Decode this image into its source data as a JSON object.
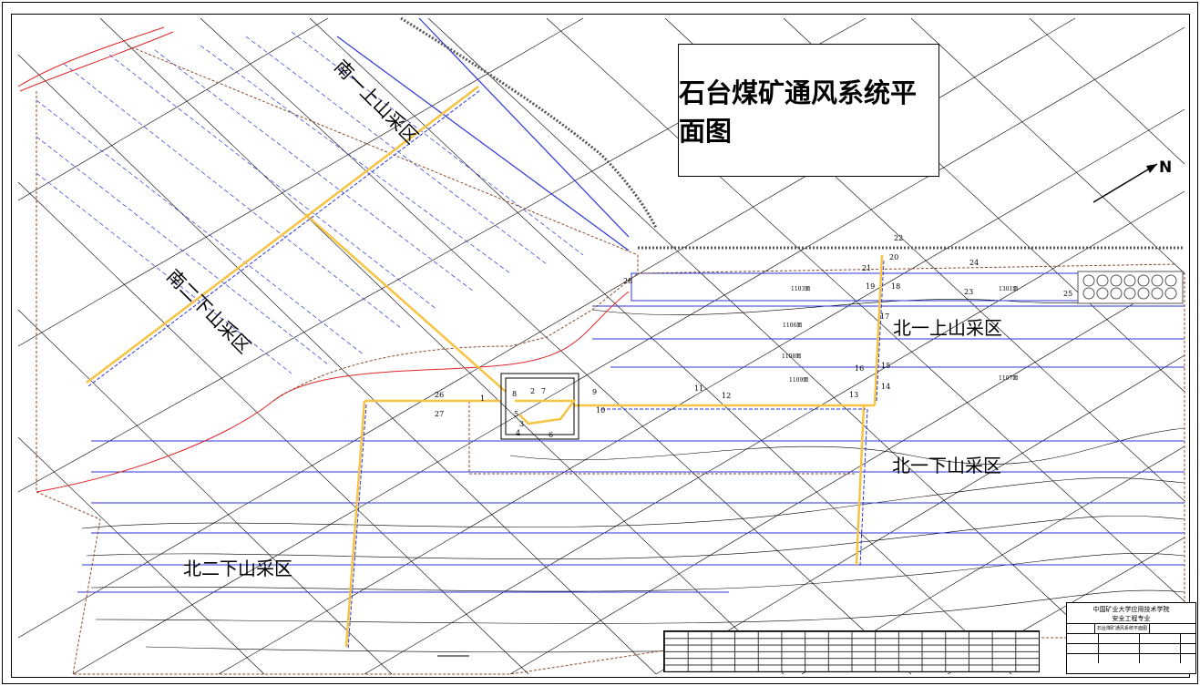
{
  "title": "石台煤矿通风系统平面图",
  "north_label": "N",
  "zones": [
    {
      "id": "south-one-upper",
      "text": "南一上山采区"
    },
    {
      "id": "south-two-lower",
      "text": "南二下山采区"
    },
    {
      "id": "north-one-upper",
      "text": "北一上山采区"
    },
    {
      "id": "north-one-lower",
      "text": "北一下山采区"
    },
    {
      "id": "north-two-lower",
      "text": "北二下山采区"
    }
  ],
  "info_block": {
    "institution": "中国矿业大学应用技术学院",
    "department": "安全工程专业",
    "drawing_name": "石台煤矿通风系统平面图"
  },
  "node_labels": [
    "1",
    "2",
    "3",
    "4",
    "5",
    "6",
    "7",
    "8",
    "9",
    "10",
    "11",
    "12",
    "13",
    "14",
    "15",
    "16",
    "17",
    "18",
    "19",
    "20",
    "21",
    "22",
    "23",
    "24",
    "25",
    "26",
    "27",
    "28"
  ],
  "panel_labels": [
    "1103面",
    "1106面",
    "1301面",
    "1108面",
    "1107面",
    "1109面"
  ],
  "colors": {
    "airway_intake": "#f6c342",
    "airway_return_blue": "#2b35d8",
    "boundary_red": "#e0262a",
    "outcrop_brown": "#8b4a2a",
    "contour": "#000000",
    "hatched_fault": "#555555"
  }
}
